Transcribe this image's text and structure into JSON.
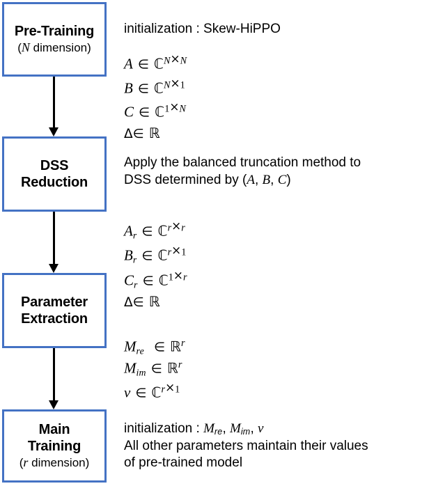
{
  "diagram": {
    "title": "Pre-training to main-training pipeline with DSS reduction",
    "accent_color": "#4472C4",
    "arrow_color": "#000000",
    "background": "#ffffff"
  },
  "stages": [
    {
      "id": "pre-training",
      "title": "Pre-Training",
      "subtitle_prefix": "(",
      "subtitle_var": "N",
      "subtitle_suffix": " dimension)"
    },
    {
      "id": "dss-reduction",
      "title_line1": "DSS",
      "title_line2": "Reduction"
    },
    {
      "id": "parameter-extraction",
      "title_line1": "Parameter",
      "title_line2": "Extraction"
    },
    {
      "id": "main-training",
      "title_line1": "Main",
      "title_line2": "Training",
      "subtitle_prefix": "(",
      "subtitle_var": "r",
      "subtitle_suffix": " dimension)"
    }
  ],
  "notes": {
    "pretrain_init": "initialization : Skew-HiPPO",
    "dss_line1": "Apply the balanced truncation method to",
    "dss_line2_prefix": "DSS determined by (",
    "dss_line2_a": "A",
    "dss_line2_sep1": ", ",
    "dss_line2_b": "B",
    "dss_line2_sep2": ", ",
    "dss_line2_c": "C",
    "dss_line2_suffix": ")",
    "main_init_prefix": "initialization : ",
    "main_line2": "All other parameters maintain their values",
    "main_line3": "of pre-trained model"
  },
  "equations": {
    "pretrain": [
      {
        "lhs": "A",
        "sub": "",
        "rel": "∈",
        "set": "ℂ",
        "exp_a": "N",
        "exp_times": "×",
        "exp_b": "N"
      },
      {
        "lhs": "B",
        "sub": "",
        "rel": "∈",
        "set": "ℂ",
        "exp_a": "N",
        "exp_times": "×",
        "exp_b": "1"
      },
      {
        "lhs": "C",
        "sub": "",
        "rel": "∈",
        "set": "ℂ",
        "exp_a": "1",
        "exp_times": "×",
        "exp_b": "N"
      },
      {
        "lhs": "Δ",
        "sub": "",
        "rel": "∈",
        "set": "ℝ",
        "exp_a": "",
        "exp_times": "",
        "exp_b": ""
      }
    ],
    "reduced": [
      {
        "lhs": "A",
        "sub": "r",
        "rel": "∈",
        "set": "ℂ",
        "exp_a": "r",
        "exp_times": "×",
        "exp_b": "r"
      },
      {
        "lhs": "B",
        "sub": "r",
        "rel": "∈",
        "set": "ℂ",
        "exp_a": "r",
        "exp_times": "×",
        "exp_b": "1"
      },
      {
        "lhs": "C",
        "sub": "r",
        "rel": "∈",
        "set": "ℂ",
        "exp_a": "1",
        "exp_times": "×",
        "exp_b": "r"
      },
      {
        "lhs": "Δ",
        "sub": "",
        "rel": "∈",
        "set": "ℝ",
        "exp_a": "",
        "exp_times": "",
        "exp_b": ""
      }
    ],
    "extracted": [
      {
        "lhs": "M",
        "sub": "re",
        "rel": "∈",
        "set": "ℝ",
        "exp_a": "r",
        "exp_times": "",
        "exp_b": ""
      },
      {
        "lhs": "M",
        "sub": "im",
        "rel": "∈",
        "set": "ℝ",
        "exp_a": "r",
        "exp_times": "",
        "exp_b": ""
      },
      {
        "lhs": "v",
        "sub": "",
        "rel": "∈",
        "set": "ℂ",
        "exp_a": "r",
        "exp_times": "×",
        "exp_b": "1"
      }
    ],
    "main_init_symbols": [
      {
        "lhs": "M",
        "sub": "re",
        "tail": ", "
      },
      {
        "lhs": "M",
        "sub": "im",
        "tail": ", "
      },
      {
        "lhs": "v",
        "sub": "",
        "tail": ""
      }
    ]
  },
  "symbols": {
    "element_of": "∈",
    "complex": "ℂ",
    "real": "ℝ",
    "times": "×",
    "delta": "Δ"
  }
}
